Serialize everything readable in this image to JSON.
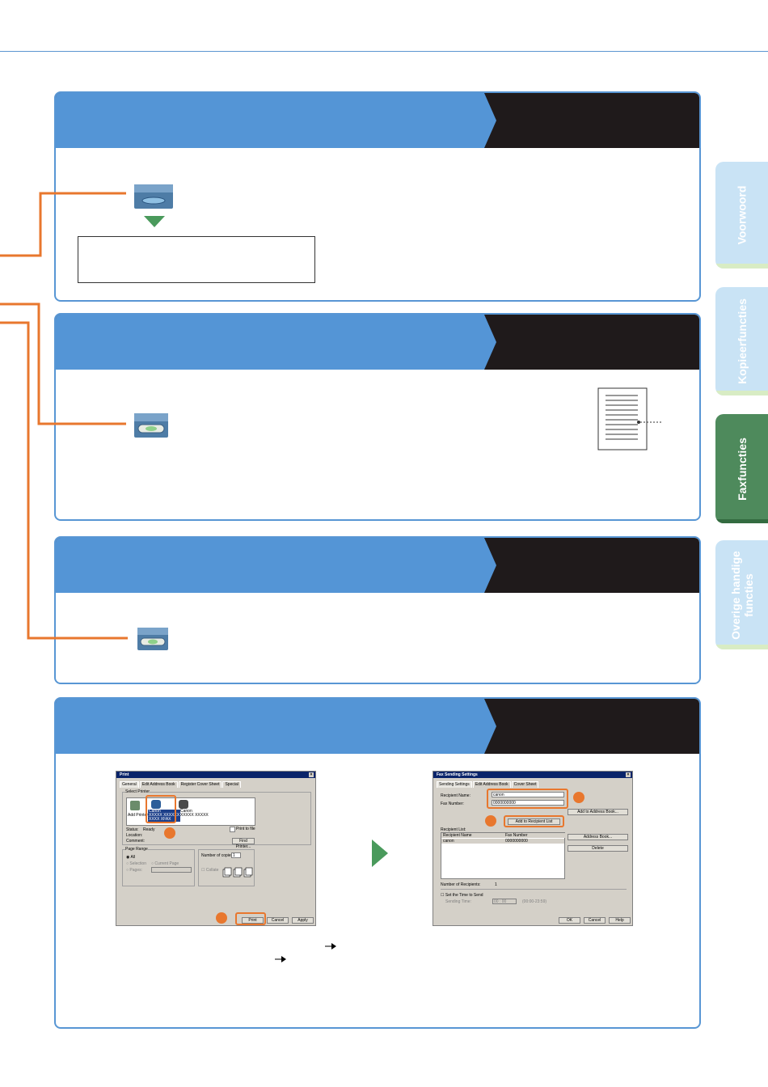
{
  "tabs": [
    {
      "label": "Voorwoord"
    },
    {
      "label": "Kopieerfuncties"
    },
    {
      "label": "Faxfuncties"
    },
    {
      "label_line1": "Overige handige",
      "label_line2": "functies"
    }
  ],
  "print_dialog": {
    "title": "Print",
    "close": "×",
    "tabs": [
      "General",
      "Edit Address Book",
      "Register Cover Sheet",
      "Special"
    ],
    "select_printer": "Select Printer",
    "add_printer": "Add Printer",
    "printer1": "Canon",
    "printer1_sub": "XXXXX XXXXXX",
    "printer1_sub2": "XXXX XFAX",
    "printer2": "Canon",
    "printer2_sub": "XXXXX XXXXX",
    "status_label": "Status:",
    "status_value": "Ready",
    "location_label": "Location:",
    "comment_label": "Comment:",
    "print_to_file": "Print to file",
    "find_printer": "Find Printer...",
    "page_range": "Page Range",
    "all": "All",
    "selection": "Selection",
    "current_page": "Current Page",
    "pages": "Pages:",
    "number_of_copies": "Number of copies:",
    "copies_value": "1",
    "collate": "Collate",
    "print_btn": "Print",
    "cancel_btn": "Cancel",
    "apply_btn": "Apply"
  },
  "fax_dialog": {
    "title": "Fax Sending Settings",
    "close": "×",
    "tabs": [
      "Sending Settings",
      "Edit Address Book",
      "Cover Sheet"
    ],
    "recipient_name_label": "Recipient Name:",
    "recipient_name_value": "canon",
    "fax_number_label": "Fax Number:",
    "fax_number_value": "0000000000",
    "add_to_address_book": "Add to Address Book...",
    "add_to_recipient_list": "Add to Recipient List",
    "recipient_list": "Recipient List:",
    "col_name": "Recipient Name",
    "col_fax": "Fax Number",
    "row_name": "canon",
    "row_fax": "0000000000",
    "address_book_btn": "Address Book...",
    "delete_btn": "Delete",
    "number_of_recipients_label": "Number of Recipients:",
    "number_of_recipients_value": "1",
    "set_time": "Set the Time to Send",
    "sending_time": "Sending Time:",
    "time_value": "00 : 00",
    "time_range": "(00:00-23:59)",
    "ok_btn": "OK",
    "cancel_btn": "Cancel",
    "help_btn": "Help"
  },
  "colors": {
    "header_blue": "#5495d6",
    "header_dark": "#1f1a1b",
    "border_blue": "#5896d4",
    "orange": "#e8772e",
    "green_arrow": "#4a9a5c",
    "tab_active": "#4e8a5c",
    "tab_light": "#c9e3f5"
  }
}
